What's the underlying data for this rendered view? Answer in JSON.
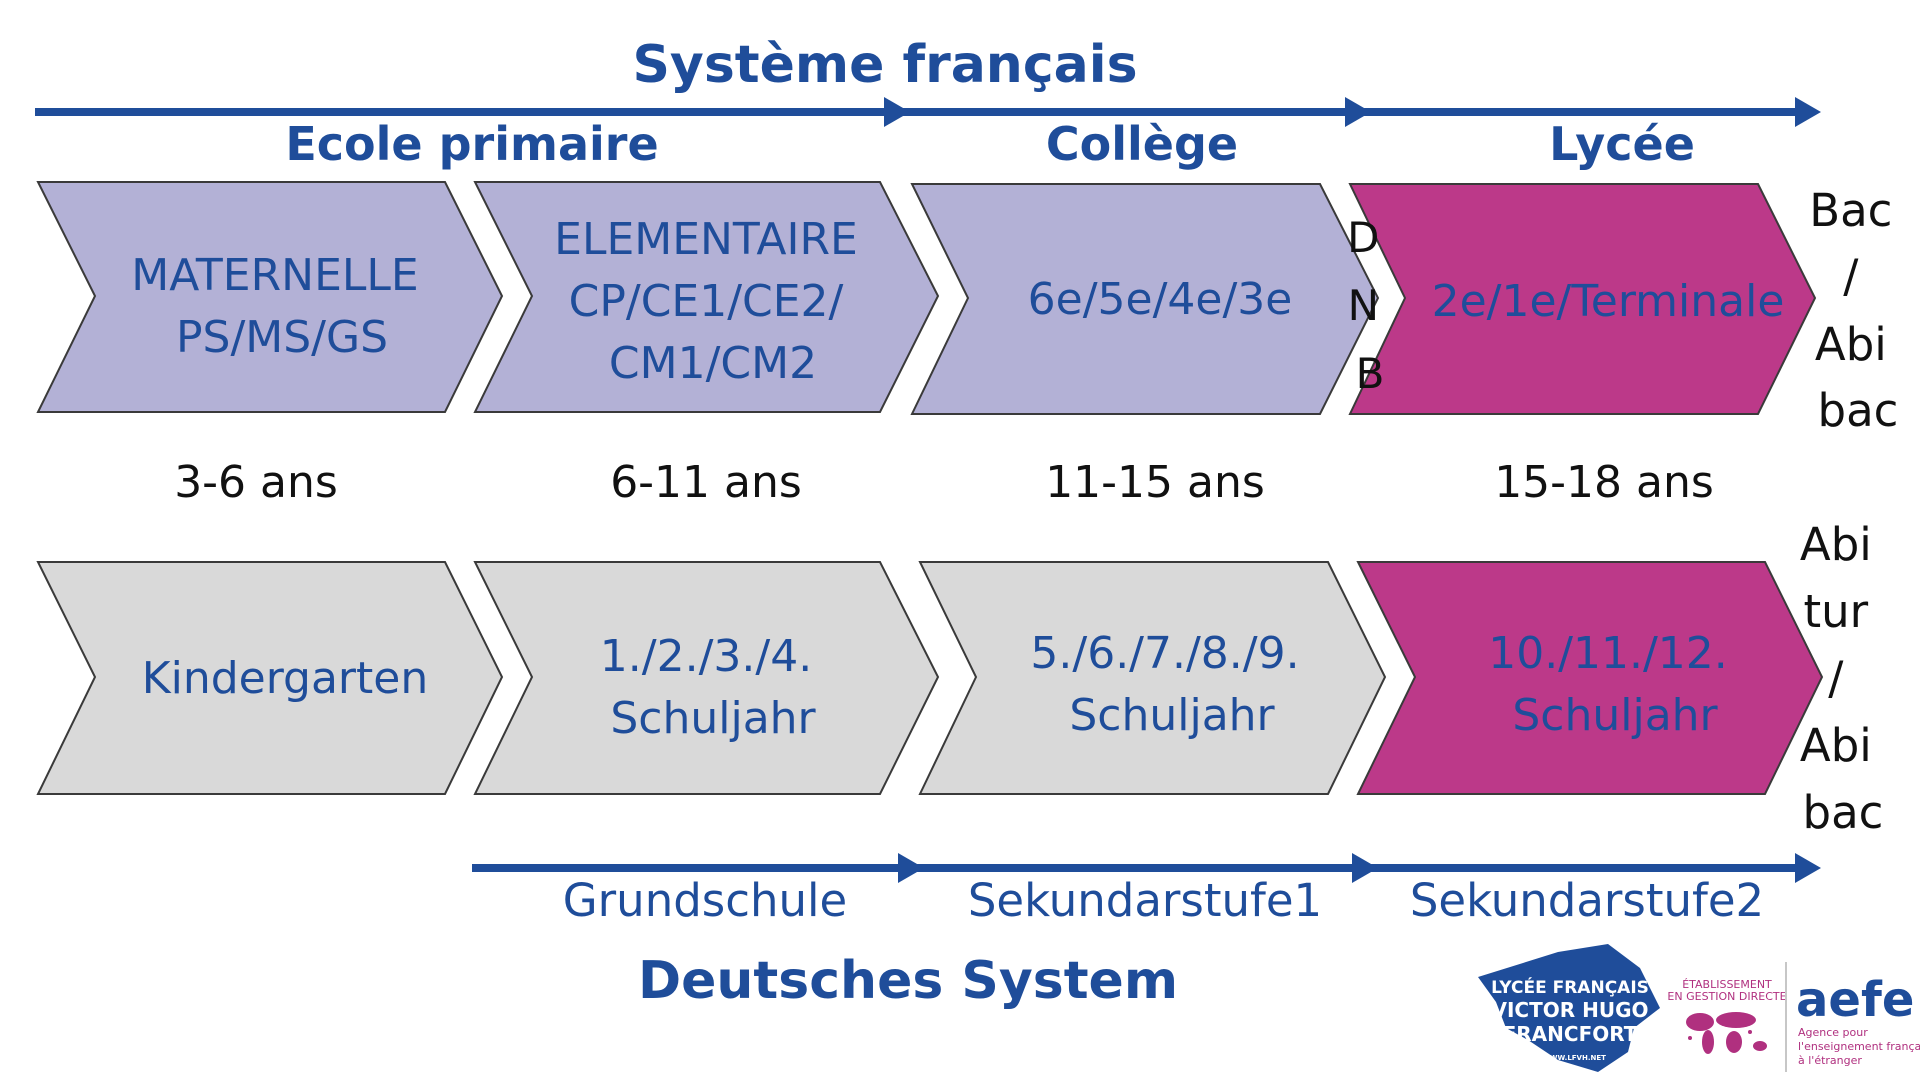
{
  "colors": {
    "accent_blue": "#1f4d9a",
    "lavender": "#b3b1d6",
    "magenta": "#bc3989",
    "light_grey": "#d9d9d9",
    "dark_text": "#111111"
  },
  "french_system": {
    "title": "Système français",
    "stages": [
      {
        "label": "Ecole primaire"
      },
      {
        "label": "Collège"
      },
      {
        "label": "Lycée"
      }
    ],
    "chevrons": [
      {
        "lines": [
          "MATERNELLE",
          "PS/MS/GS"
        ],
        "color": "lavender"
      },
      {
        "lines": [
          "ELEMENTAIRE",
          "CP/CE1/CE2/",
          "CM1/CM2"
        ],
        "color": "lavender"
      },
      {
        "lines": [
          "6e/5e/4e/3e"
        ],
        "color": "lavender"
      },
      {
        "lines": [
          "2e/1e/Terminale"
        ],
        "color": "magenta"
      }
    ],
    "dnb_letters": [
      "D",
      "N",
      "B"
    ],
    "final_exam_lines": [
      "Bac",
      "/",
      "Abi",
      "bac"
    ]
  },
  "ages": [
    "3-6 ans",
    "6-11 ans",
    "11-15 ans",
    "15-18 ans"
  ],
  "german_system": {
    "title": "Deutsches System",
    "chevrons": [
      {
        "lines": [
          "Kindergarten"
        ],
        "color": "light_grey"
      },
      {
        "lines": [
          "1./2./3./4.",
          "Schuljahr"
        ],
        "color": "light_grey"
      },
      {
        "lines": [
          "5./6./7./8./9.",
          "Schuljahr"
        ],
        "color": "light_grey"
      },
      {
        "lines": [
          "10./11./12.",
          "Schuljahr"
        ],
        "color": "magenta"
      }
    ],
    "final_exam_lines": [
      "Abi",
      "tur",
      "/",
      "Abi",
      "bac"
    ],
    "stages": [
      {
        "label": "Grundschule"
      },
      {
        "label": "Sekundarstufe1"
      },
      {
        "label": "Sekundarstufe2"
      }
    ]
  },
  "logos": {
    "lycee": {
      "lines": [
        "LYCÉE FRANÇAIS",
        "VICTOR HUGO",
        "FRANCFORT"
      ],
      "url": "WWW.LFVH.NET",
      "shape_color": "#1f4d9a"
    },
    "aefe": {
      "badge_lines": [
        "ÉTABLISSEMENT",
        "EN GESTION DIRECTE"
      ],
      "name": "aefe",
      "tagline_lines": [
        "Agence pour",
        "l'enseignement français",
        "à l'étranger"
      ]
    }
  }
}
